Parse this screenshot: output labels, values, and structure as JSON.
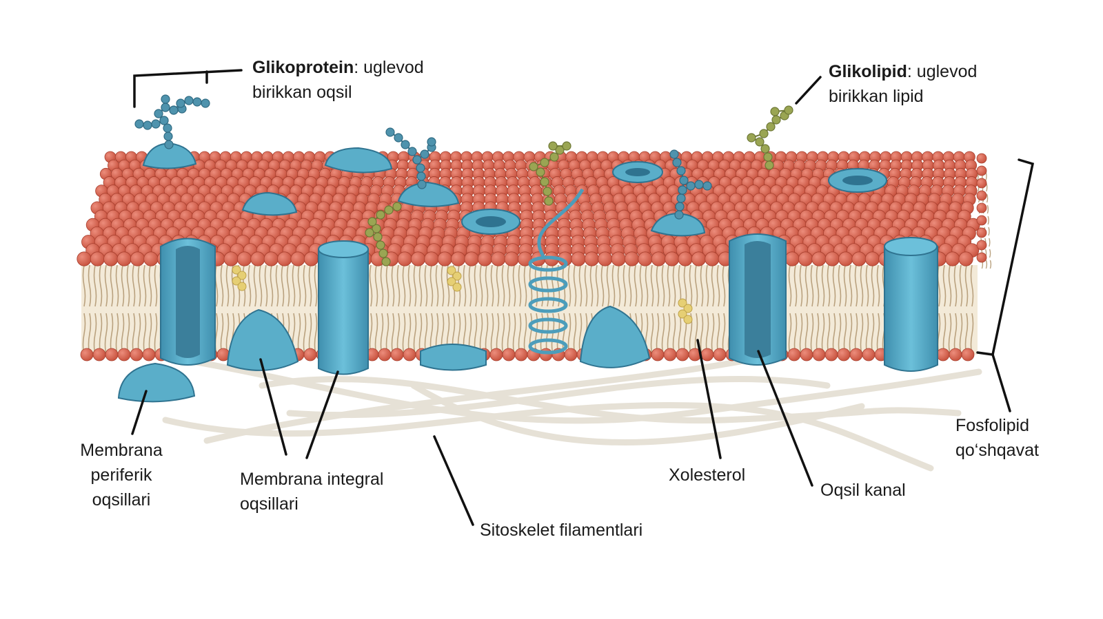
{
  "colors": {
    "head": "#d4624f",
    "head_stroke": "#a8402f",
    "protein": "#5aaec9",
    "protein_dark": "#3d86a3",
    "glyco_protein": "#4f93ad",
    "glyco_lipid": "#9aa553",
    "cholesterol": "#e6cf74",
    "tail": "#b9a17e",
    "filament": "#e8e4dc",
    "leader": "#111111"
  },
  "labels": {
    "glycoprotein": {
      "bold": "Glikoprotein",
      "rest": ": uglevod",
      "line2": "birikkan oqsil"
    },
    "glycolipid": {
      "bold": "Glikolipid",
      "rest": ": uglevod",
      "line2": "birikkan lipid"
    },
    "peripheral": {
      "line1": "Membrana",
      "line2": "periferik",
      "line3": "oqsillari"
    },
    "integral": {
      "line1": "Membrana integral",
      "line2": "oqsillari"
    },
    "cytoskeleton": "Sitoskelet filamentlari",
    "cholesterol": "Xolesterol",
    "channel": "Oqsil kanal",
    "bilayer": {
      "line1": "Fosfolipid",
      "line2": "qo‘shqavat"
    }
  }
}
